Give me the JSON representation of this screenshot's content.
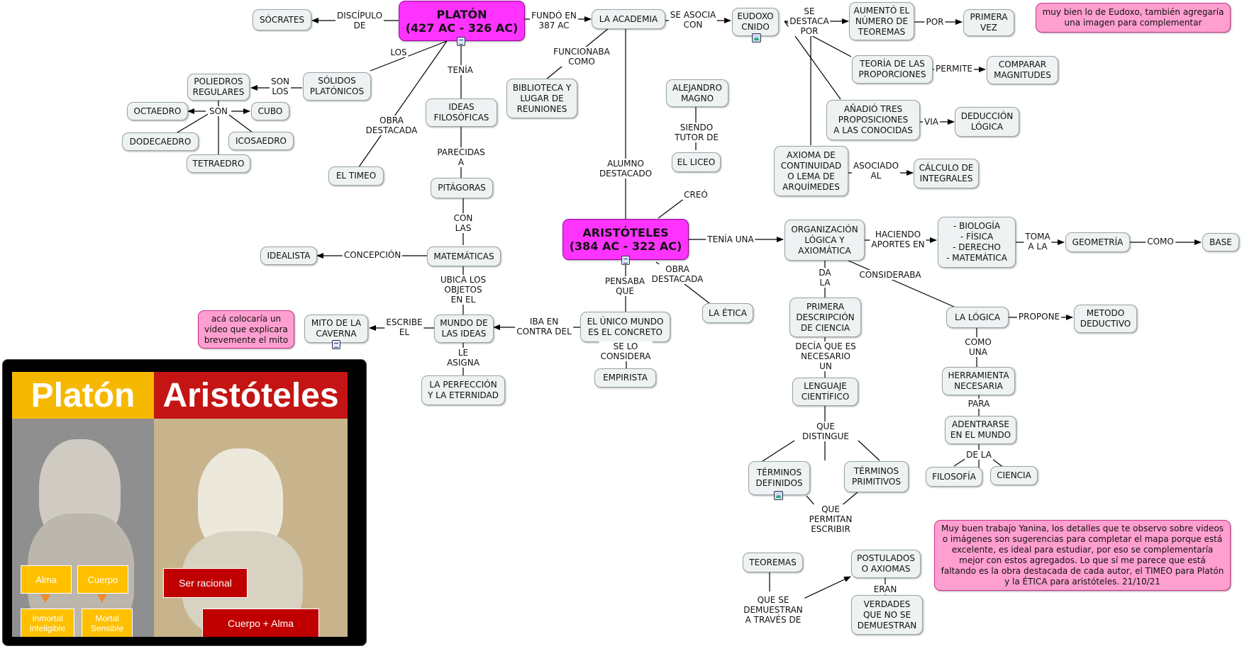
{
  "nodes": {
    "platon": "PLATÓN\n(427 AC - 326 AC)",
    "socrates": "SÓCRATES",
    "academia": "LA ACADEMIA",
    "eudoxo": "EUDOXO\nCNIDO",
    "aumento": "AUMENTÓ EL\nNÚMERO DE\nTEOREMAS",
    "primera_vez": "PRIMERA\nVEZ",
    "teoria_prop": "TEORÍA DE LAS\nPROPORCIONES",
    "comparar": "COMPARAR\nMAGNITUDES",
    "anadio": "AÑADIÓ TRES\nPROPOSICIONES\nA LAS CONOCIDAS",
    "deduccion": "DEDUCCIÓN\nLÓGICA",
    "axioma": "AXIOMA DE\nCONTINUIDAD\nO LEMA DE\nARQUÍMEDES",
    "calculo": "CÁLCULO DE\nINTEGRALES",
    "poliedros": "POLIEDROS\nREGULARES",
    "solidos": "SÓLIDOS\nPLATÓNICOS",
    "octaedro": "OCTAEDRO",
    "cubo": "CUBO",
    "dodecaedro": "DODECAEDRO",
    "icosaedro": "ICOSAEDRO",
    "tetraedro": "TETRAEDRO",
    "timeo": "EL TIMEO",
    "ideas": "IDEAS\nFILOSÓFICAS",
    "pitagoras": "PITÁGORAS",
    "matematicas": "MATEMÁTICAS",
    "idealista": "IDEALISTA",
    "mundo_ideas": "MUNDO DE\nLAS IDEAS",
    "mito": "MITO DE LA\nCAVERNA",
    "perfeccion": "LA PERFECCIÓN\nY LA ETERNIDAD",
    "biblioteca": "BIBLIOTECA Y\nLUGAR DE\nREUNIONES",
    "alejandro": "ALEJANDRO\nMAGNO",
    "liceo": "EL LICEO",
    "aristoteles": "ARISTÓTELES\n(384 AC - 322 AC)",
    "mundo_concreto": "EL ÚNICO MUNDO\nES EL CONCRETO",
    "empirista": "EMPIRISTA",
    "etica": "LA ÉTICA",
    "organizacion": "ORGANIZACIÓN\nLÓGICA Y\nAXIOMÁTICA",
    "ramas": "- BIOLOGÍA\n- FÍSICA\n- DERECHO\n- MATEMÁTICA",
    "geometria": "GEOMETRÍA",
    "base": "BASE",
    "primera_desc": "PRIMERA\nDESCRIPCIÓN\nDE CIENCIA",
    "lenguaje": "LENGUAJE\nCIENTÍFICO",
    "terminos_def": "TÉRMINOS\nDEFINIDOS",
    "terminos_prim": "TÉRMINOS\nPRIMITIVOS",
    "teoremas": "TEOREMAS",
    "postulados": "POSTULADOS\nO AXIOMAS",
    "verdades": "VERDADES\nQUE NO SE\nDEMUESTRAN",
    "logica": "LA LÓGICA",
    "metodo": "METODO\nDEDUCTIVO",
    "herramienta": "HERRAMIENTA\nNECESARIA",
    "adentrarse": "ADENTRARSE\nEN EL MUNDO",
    "filosofia": "FILOSOFÍA",
    "ciencia": "CIENCIA"
  },
  "notes": {
    "eudoxo": "muy bien lo de Eudoxo, también agregaría una imagen para complementar",
    "mito": "acá colocaría un video que explicara brevemente el mito",
    "general": "Muy buen trabajo Yanina, los detalles que te observo sobre videos o imágenes son sugerencias para completar el mapa porque está excelente, es ideal para estudiar, por eso se complementaría mejor con estos agregados.  Lo que sí  me parece que está faltando es la obra destacada de cada autor, el TIMEO para Platón y la ÉTICA para aristóteles.   21/10/21"
  },
  "links": {
    "discipulo": "DISCÍPULO\nDE",
    "fundo": "FUNDÓ EN\n387 AC",
    "asocia": "SE ASOCIA\nCON",
    "destaca": "SE\nDESTACA\nPOR",
    "por": "POR",
    "permite": "PERMITE",
    "via": "VIA",
    "asociado": "ASOCIADO\nAL",
    "los": "LOS",
    "son_los": "SON\nLOS",
    "son": "SON",
    "tenia": "TENÍA",
    "obra_platon": "OBRA\nDESTACADA",
    "parecidas": "PARECIDAS\nA",
    "con_las": "CON\nLAS",
    "concepcion": "CONCEPCIÓN",
    "ubica": "UBICA LOS\nOBJETOS\nEN EL",
    "escribe": "ESCRIBE\nEL",
    "le_asigna": "LE\nASIGNA",
    "funcionaba": "FUNCIONABA\nCOMO",
    "alumno": "ALUMNO\nDESTACADO",
    "siendo": "SIENDO\nTUTOR DE",
    "creo": "CREÓ",
    "tenia_una": "TENÍA UNA",
    "pensaba": "PENSABA\nQUE",
    "iba": "IBA EN\nCONTRA DEL",
    "se_lo": "SE LO\nCONSIDERA",
    "obra_arist": "OBRA\nDESTACADA",
    "haciendo": "HACIENDO\nAPORTES EN",
    "toma": "TOMA\nA LA",
    "como": "COMO",
    "considera": "CONSIDERABA",
    "da_la": "DA\nLA",
    "decia": "DECÍA QUE ES\nNECESARIO\nUN",
    "que_distingue": "QUE\nDISTINGUE",
    "permitan": "QUE\nPERMITAN\nESCRIBIR",
    "demuestran": "QUE SE\nDEMUESTRAN\nA TRAVÉS DE",
    "eran": "ERAN",
    "propone": "PROPONE",
    "como_una": "COMO\nUNA",
    "para": "PARA",
    "de_la": "DE LA"
  },
  "picture": {
    "title_left": "Platón",
    "title_right": "Aristóteles",
    "alma": "Alma",
    "cuerpo": "Cuerpo",
    "inmortal": "Inmortal\ninteligible",
    "mortal": "Mortal\nSensible",
    "ser_racional": "Ser racional",
    "cuerpo_alma": "Cuerpo + Alma"
  },
  "colors": {
    "main_node": "#ff33ff",
    "note": "#ff9fd0",
    "node_fill": "#eef2f2",
    "pic_left_header": "#f5b800",
    "pic_right_header": "#c41414",
    "pic_left_box": "#ffc000",
    "pic_right_box": "#c00000"
  }
}
